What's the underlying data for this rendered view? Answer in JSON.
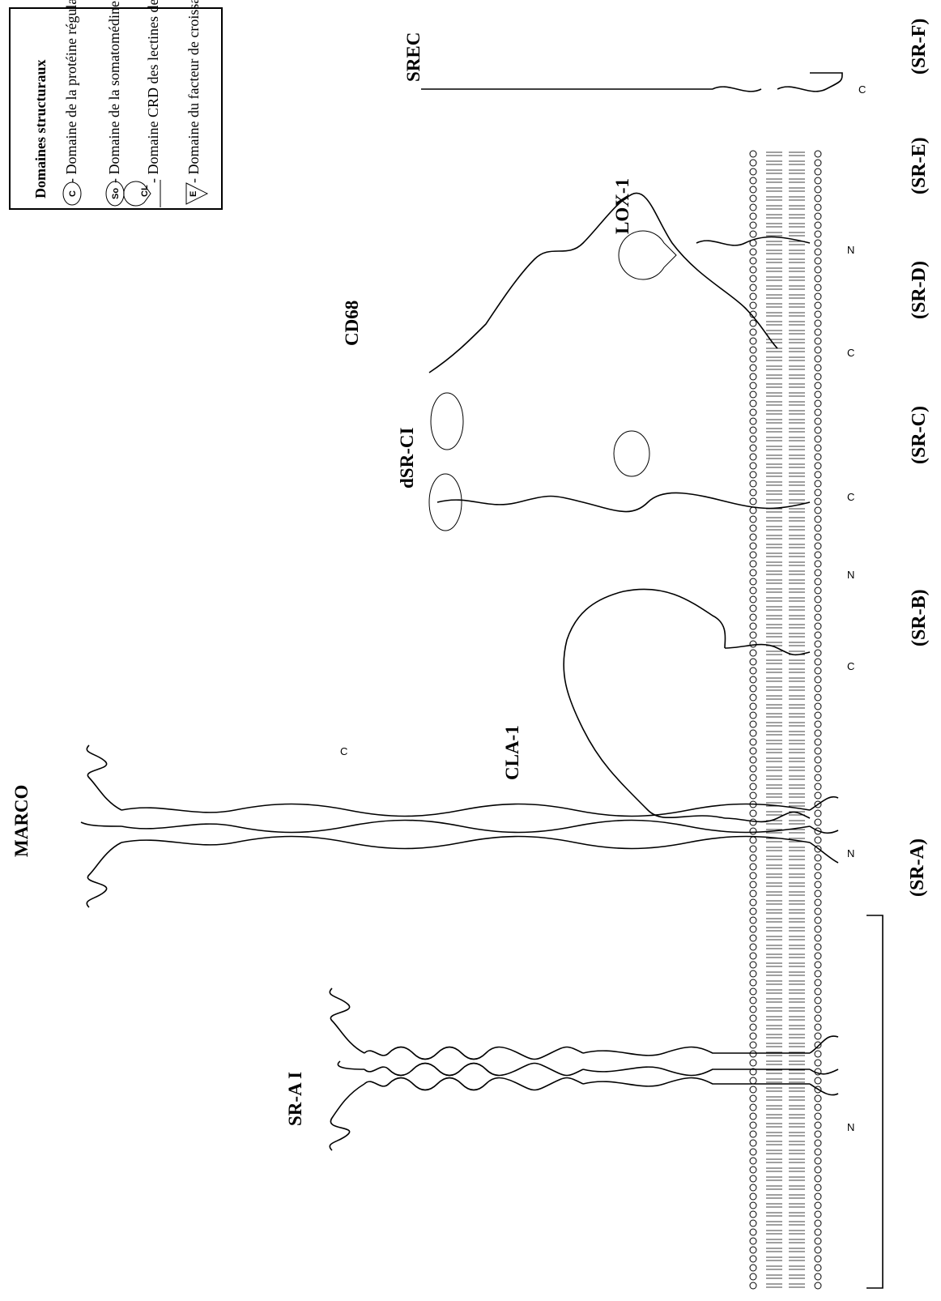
{
  "legend": {
    "title": "Domaines structuraux",
    "items": [
      {
        "symbol": "C",
        "text": "- Domaine de la protéine régulatrice du complément (CCP)"
      },
      {
        "symbol": "So",
        "text": "- Domaine de la somatomédine B"
      },
      {
        "symbol": "CL",
        "text": "- Domaine CRD des lectines de type C"
      },
      {
        "symbol": "E",
        "text": "- Domaine du facteur de croissance épidermique (EGF)"
      }
    ]
  },
  "receptors": {
    "sra1": "SR-A I",
    "marco": "MARCO",
    "cla1": "CLA-1",
    "dsrci": "dSR-CI",
    "cd68": "CD68",
    "lox1": "LOX-1",
    "srec": "SREC"
  },
  "groups": {
    "sra": "(SR-A)",
    "srb": "(SR-B)",
    "src": "(SR-C)",
    "srd": "(SR-D)",
    "sre": "(SR-E)",
    "srf": "(SR-F)"
  },
  "termini": {
    "n": "N",
    "c": "C"
  },
  "colors": {
    "ink": "#000000",
    "paper": "#ffffff"
  }
}
